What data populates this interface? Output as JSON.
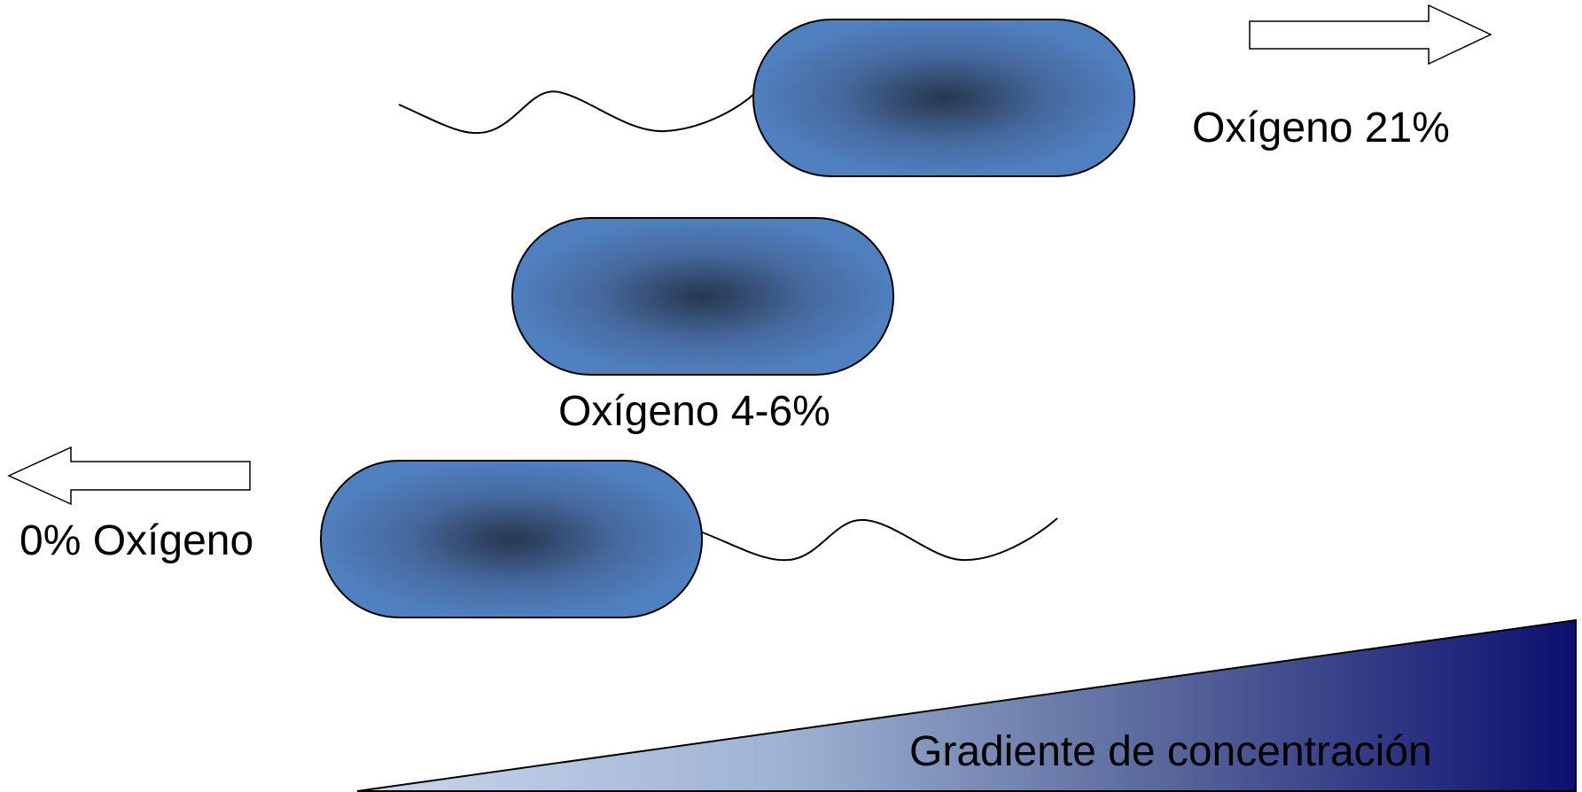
{
  "labels": {
    "top": "Oxígeno 21%",
    "middle": "Oxígeno 4-6%",
    "bottom": "0% Oxígeno",
    "gradient": "Gradiente de concentración"
  },
  "colors": {
    "cell_edge": "#4f7fbf",
    "cell_core": "#2a3f5f",
    "gradient_start": "#c9d7ec",
    "gradient_end": "#0d0f6e",
    "outline": "#000000"
  },
  "icons": {
    "arrow_right": "arrow-right-icon",
    "arrow_left": "arrow-left-icon",
    "bacterium": "bacterium-icon",
    "flagellum": "flagellum-icon"
  }
}
